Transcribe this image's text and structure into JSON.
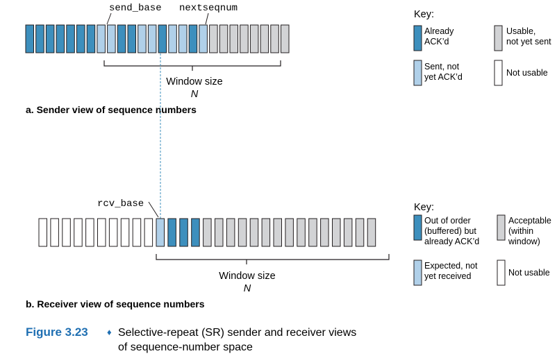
{
  "colors": {
    "acked": "#3d8fbd",
    "sent_not_acked": "#b0d0e9",
    "usable": "#d2d3d5",
    "not_usable": "#ffffff",
    "outline": "#231f20",
    "figure_label": "#1f6fb2"
  },
  "sender": {
    "cells": [
      "acked",
      "acked",
      "acked",
      "acked",
      "acked",
      "acked",
      "acked",
      "sent",
      "sent",
      "acked",
      "acked",
      "sent",
      "sent",
      "acked",
      "sent",
      "sent",
      "acked",
      "sent",
      "usable",
      "usable",
      "usable",
      "usable",
      "usable",
      "usable",
      "usable",
      "usable"
    ],
    "send_base_label": "send_base",
    "nextseqnum_label": "nextseqnum",
    "window_label": "Window size",
    "window_n": "N",
    "caption": "a. Sender view of sequence numbers",
    "key": {
      "title": "Key:",
      "acked": "Already ACK’d",
      "usable": "Usable, not yet sent",
      "sent": "Sent, not yet ACK’d",
      "not_usable": "Not usable"
    }
  },
  "receiver": {
    "cells": [
      "empty",
      "empty",
      "empty",
      "empty",
      "empty",
      "empty",
      "empty",
      "empty",
      "empty",
      "empty",
      "expected",
      "acked",
      "acked",
      "acked",
      "usable",
      "usable",
      "usable",
      "usable",
      "usable",
      "usable",
      "usable",
      "usable",
      "usable",
      "usable",
      "usable",
      "usable",
      "usable",
      "usable",
      "usable"
    ],
    "rcv_base_label": "rcv_base",
    "window_label": "Window size",
    "window_n": "N",
    "caption": "b. Receiver view of sequence numbers",
    "key": {
      "title": "Key:",
      "buffered": "Out of order (buffered) but already ACK’d",
      "acceptable": "Acceptable (within window)",
      "expected": "Expected, not yet received",
      "not_usable": "Not usable"
    }
  },
  "figure": {
    "label": "Figure 3.23",
    "separator": "♦",
    "caption_line1": "Selective-repeat (SR) sender and receiver views",
    "caption_line2": "of sequence-number space"
  }
}
